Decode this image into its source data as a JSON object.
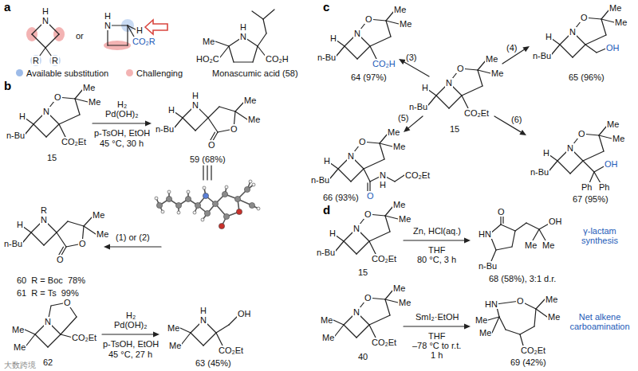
{
  "diagram": {
    "labels": [
      "a",
      "H",
      "N",
      "R",
      "R",
      "or",
      "H",
      "N",
      "H",
      "CO₂R",
      "H",
      "N",
      "Me",
      "HO₂C",
      "CO₂H",
      "Monascumic acid (58)",
      "b",
      "O",
      "Me",
      "Me",
      "H",
      "N",
      "n-Bu",
      "CO₂Et",
      "15",
      "H₂",
      "Pd(OH)₂",
      "p-TsOH, EtOH",
      "45 °C, 30 h",
      "H",
      "N",
      "Me",
      "Me",
      "H",
      "n-Bu",
      "O",
      "O",
      "59 (68%)",
      "(1) or (2)",
      "R",
      "N",
      "Me",
      "Me",
      "H",
      "n-Bu",
      "O",
      "O",
      "60  R = Boc  78%",
      "61  R = Ts  99%",
      "O",
      "N",
      "Me",
      "Me",
      "CO₂Et",
      "62",
      "H₂",
      "Pd(OH)₂",
      "p-TsOH, EtOH",
      "45 °C, 27 h",
      "H",
      "N",
      "OH",
      "Me",
      "Me",
      "CO₂Et",
      "63 (45%)",
      "大数跨境",
      "c",
      "O",
      "Me",
      "Me",
      "H",
      "N",
      "n-Bu",
      "CO₂H",
      "64 (97%)",
      "(3)",
      "(4)",
      "O",
      "Me",
      "Me",
      "H",
      "N",
      "n-Bu",
      "CO₂Et",
      "15",
      "(5)",
      "(6)",
      "O",
      "Me",
      "Me",
      "H",
      "N",
      "n-Bu",
      "OH",
      "65 (96%)",
      "O",
      "Me",
      "Me",
      "H",
      "N",
      "n-Bu",
      "O",
      "N",
      "H",
      "CO₂Et",
      "66 (93%)",
      "O",
      "Me",
      "Me",
      "H",
      "N",
      "n-Bu",
      "OH",
      "Ph",
      "Ph",
      "67 (95%)",
      "d",
      "O",
      "Me",
      "Me",
      "H",
      "N",
      "n-Bu",
      "CO₂Et",
      "15",
      "Zn, HCl(aq.)",
      "THF",
      "80 °C, 3 h",
      "O",
      "HN",
      "OH",
      "Me",
      "Me",
      "n-Bu",
      "68 (58%), 3:1 d.r.",
      "γ-lactam synthesis",
      "O",
      "Me",
      "Me",
      "N",
      "Me",
      "Me",
      "CO₂Et",
      "40",
      "SmI₂·EtOH",
      "THF",
      "–78 °C to r.t.",
      "1 h",
      "HN",
      "O",
      "Me",
      "Me",
      "Me",
      "Me",
      "CO₂Et",
      "69 (42%)",
      "Net alkene carboamination"
    ],
    "legend": [
      {
        "text": "Available substitution",
        "color": "#9dbbe8"
      },
      {
        "text": "Challenging",
        "color": "#f3b3b3"
      }
    ]
  }
}
